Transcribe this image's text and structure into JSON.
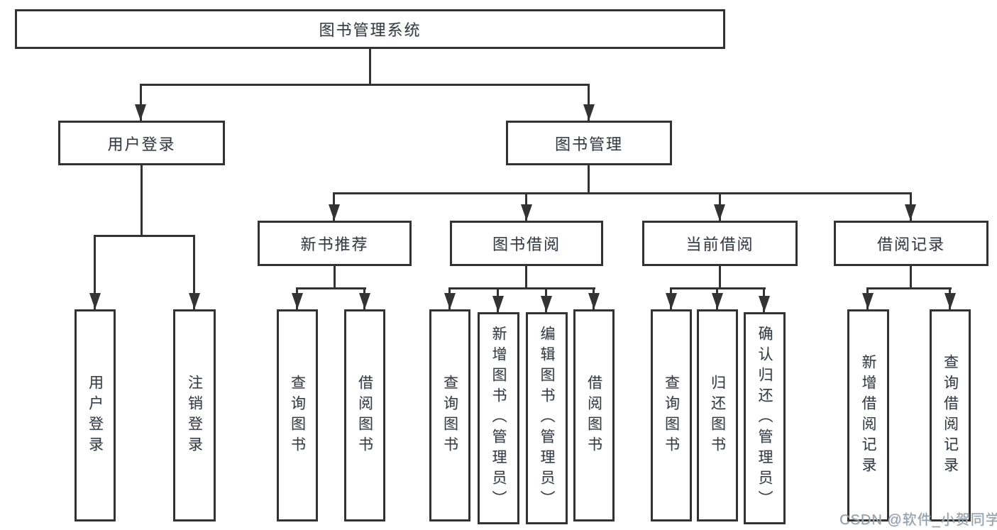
{
  "nodes": {
    "root": "图书管理系统",
    "user_login": "用户登录",
    "book_mgmt": "图书管理",
    "new_book_rec": "新书推荐",
    "book_borrow": "图书借阅",
    "current_borrow": "当前借阅",
    "borrow_record": "借阅记录",
    "login": "用户登录",
    "logout": "注销登录",
    "query_books_1": "查询图书",
    "borrow_books_1": "借阅图书",
    "query_books_2": "查询图书",
    "add_book_admin": "新增图书（管理员）",
    "edit_book_admin": "编辑图书（管理员）",
    "borrow_books_2": "借阅图书",
    "query_books_3": "查询图书",
    "return_books": "归还图书",
    "confirm_return_admin": "确认归还（管理员）",
    "add_borrow_record": "新增借阅记录",
    "query_borrow_record": "查询借阅记录"
  },
  "watermark": "CSDN @软件_小贺同学",
  "colors": {
    "line_color": "#333333",
    "text_color": "#3a3a3a",
    "watermark_color": "#9c9c9c",
    "bg_color": "#ffffff"
  }
}
